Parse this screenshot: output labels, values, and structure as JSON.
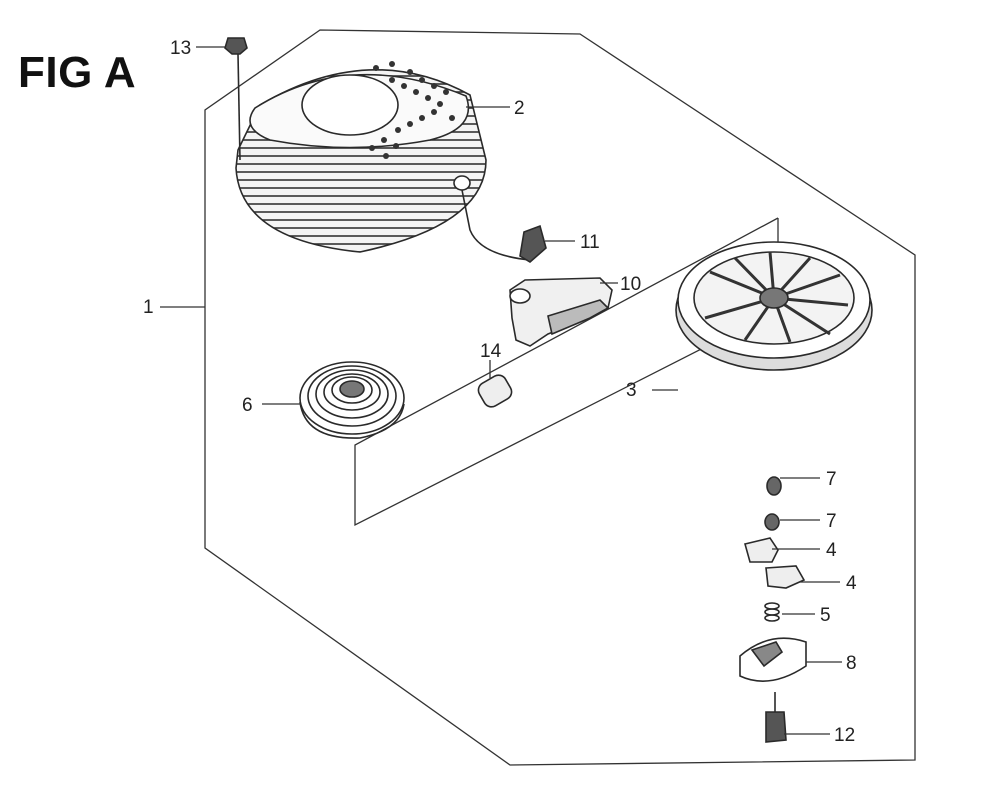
{
  "figure": {
    "title": "FIG A"
  },
  "callouts": [
    {
      "id": "c1",
      "label": "1"
    },
    {
      "id": "c2",
      "label": "2"
    },
    {
      "id": "c3",
      "label": "3"
    },
    {
      "id": "c4a",
      "label": "4"
    },
    {
      "id": "c4b",
      "label": "4"
    },
    {
      "id": "c5",
      "label": "5"
    },
    {
      "id": "c6",
      "label": "6"
    },
    {
      "id": "c7a",
      "label": "7"
    },
    {
      "id": "c7b",
      "label": "7"
    },
    {
      "id": "c8",
      "label": "8"
    },
    {
      "id": "c10",
      "label": "10"
    },
    {
      "id": "c11",
      "label": "11"
    },
    {
      "id": "c12",
      "label": "12"
    },
    {
      "id": "c13",
      "label": "13"
    },
    {
      "id": "c14",
      "label": "14"
    }
  ],
  "colors": {
    "line": "#2a2a2a",
    "fill_dark": "#555555",
    "background": "#ffffff"
  }
}
